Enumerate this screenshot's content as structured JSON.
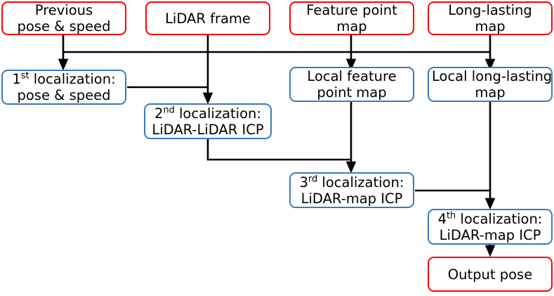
{
  "diagram": {
    "title": "Multi-stage LiDAR localization pipeline",
    "colors": {
      "input_border": "#ff0000",
      "stage_border": "#3a7abd",
      "output_border": "#ff0000",
      "wire": "#000000",
      "background": "#ffffff",
      "text": "#000000"
    },
    "nodes": {
      "previous_pose_speed": {
        "line1": "Previous",
        "line2": "pose & speed",
        "kind": "input"
      },
      "lidar_frame": {
        "line1": "LiDAR frame",
        "line2": "",
        "kind": "input"
      },
      "feature_point_map": {
        "line1": "Feature point",
        "line2": "map",
        "kind": "input"
      },
      "long_lasting_map": {
        "line1": "Long-lasting",
        "line2": "map",
        "kind": "input"
      },
      "localization_1": {
        "ordinal": "1",
        "ordinal_suffix": "st",
        "line1_rest": " localization:",
        "line2": "pose & speed",
        "kind": "stage"
      },
      "localization_2": {
        "ordinal": "2",
        "ordinal_suffix": "nd",
        "line1_rest": " localization:",
        "line2": "LiDAR-LiDAR ICP",
        "kind": "stage"
      },
      "local_feature_point_map": {
        "line1": "Local feature",
        "line2": "point map",
        "kind": "stage"
      },
      "local_long_lasting_map": {
        "line1": "Local long-lasting",
        "line2": "map",
        "kind": "stage"
      },
      "localization_3": {
        "ordinal": "3",
        "ordinal_suffix": "rd",
        "line1_rest": " localization:",
        "line2": "LiDAR-map ICP",
        "kind": "stage"
      },
      "localization_4": {
        "ordinal": "4",
        "ordinal_suffix": "th",
        "line1_rest": " localization:",
        "line2": "LiDAR-map ICP",
        "kind": "stage"
      },
      "output_pose": {
        "line1": "Output pose",
        "line2": "",
        "kind": "output"
      }
    },
    "edges": [
      {
        "from": "previous_pose_speed",
        "to": "localization_1",
        "arrow": true
      },
      {
        "from": "lidar_frame",
        "to": "localization_2",
        "arrow": true
      },
      {
        "from": "feature_point_map",
        "to": "local_feature_point_map",
        "arrow": true
      },
      {
        "from": "long_lasting_map",
        "to": "local_long_lasting_map",
        "arrow": true
      },
      {
        "from": "localization_1",
        "to": "localization_2",
        "arrow": true
      },
      {
        "from": "localization_1",
        "to": "local_feature_point_map",
        "arrow": true
      },
      {
        "from": "localization_1",
        "to": "local_long_lasting_map",
        "arrow": true
      },
      {
        "from": "localization_2",
        "to": "localization_3",
        "arrow": true
      },
      {
        "from": "local_feature_point_map",
        "to": "localization_3",
        "arrow": true
      },
      {
        "from": "localization_3",
        "to": "localization_4",
        "arrow": true
      },
      {
        "from": "local_long_lasting_map",
        "to": "localization_4",
        "arrow": true
      },
      {
        "from": "localization_4",
        "to": "output_pose",
        "arrow": true
      }
    ]
  }
}
